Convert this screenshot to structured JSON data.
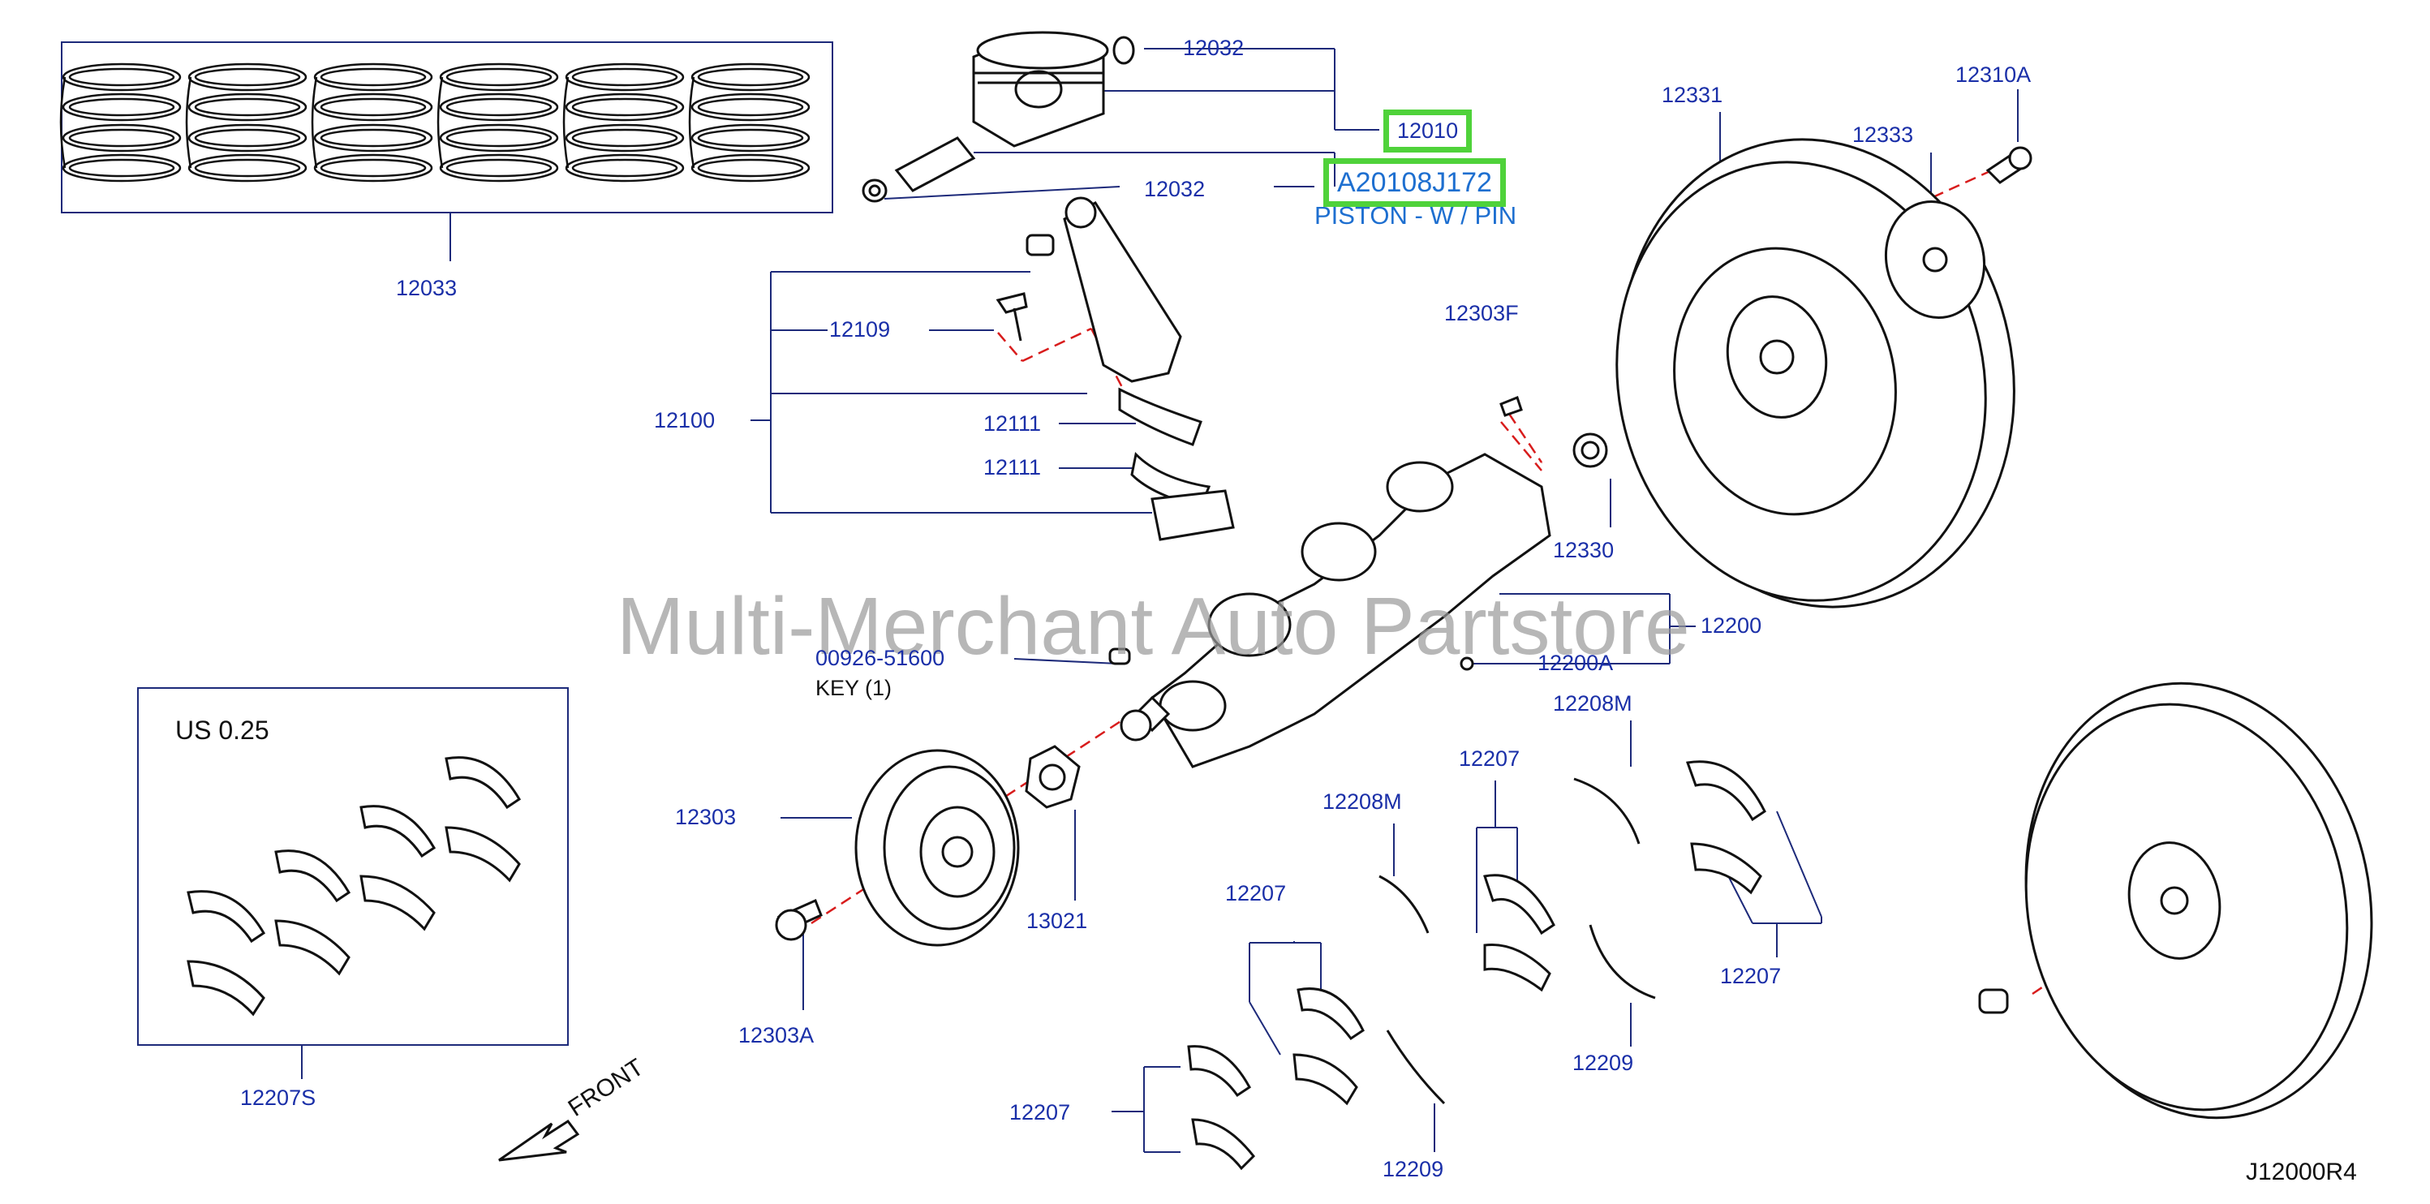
{
  "diagram": {
    "id": "J12000R4",
    "watermark": "Multi-Merchant Auto Partstore",
    "highlighted_part": {
      "number": "12010",
      "code": "A20108J172",
      "description": "PISTON - W / PIN"
    },
    "callouts": {
      "c12032_top": "12032",
      "c12032_bottom": "12032",
      "c12033": "12033",
      "c12109": "12109",
      "c12100": "12100",
      "c12111_a": "12111",
      "c12111_b": "12111",
      "c12303F": "12303F",
      "c12330": "12330",
      "c12331": "12331",
      "c12333": "12333",
      "c12310A": "12310A",
      "c12200": "12200",
      "c12200A": "12200A",
      "c00926": "00926-51600",
      "key": "KEY   (1)",
      "c12303": "12303",
      "c13021": "13021",
      "c12303A": "12303A",
      "c12208M_a": "12208M",
      "c12208M_b": "12208M",
      "c12207_a": "12207",
      "c12207_b": "12207",
      "c12207_c": "12207",
      "c12207_d": "12207",
      "c12209_a": "12209",
      "c12209_b": "12209",
      "c12207S": "12207S"
    },
    "us_label": "US   0.25",
    "front_label": "FRONT"
  },
  "colors": {
    "callout": "#1a2fa8",
    "highlight": "#4fd23a",
    "description": "#1e6fd0",
    "centerline": "#d81c1c"
  }
}
